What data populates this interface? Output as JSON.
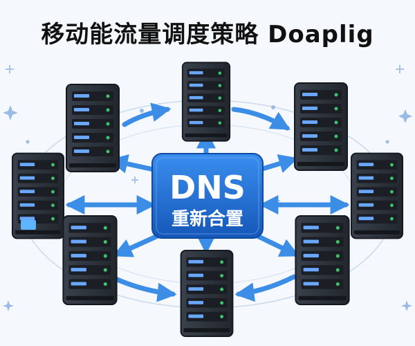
{
  "title": "移动能流量调度策略 Doaplig",
  "hub": {
    "line1": "DNS",
    "line2": "重新合置"
  },
  "colors": {
    "background": "#f5f8fc",
    "hub_fill": "#1f6fd6",
    "arrow": "#3b8de6",
    "server_body": "#2d333c",
    "server_led": "#3cc46a",
    "server_slot": "#6aa8ff"
  },
  "icons": [
    "server-icon",
    "arrow-icon",
    "plus-icon",
    "sparkle-icon"
  ]
}
